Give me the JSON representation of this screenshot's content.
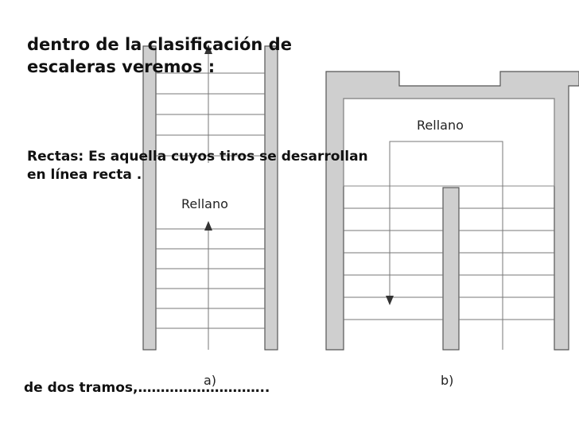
{
  "text": {
    "heading_line1": "dentro de la clasificación de",
    "heading_line2": "escaleras veremos :",
    "rectas_line1": "Rectas: Es aquella cuyos tiros se desarrollan",
    "rectas_line2": "en línea recta .",
    "dos_tramos": "de dos tramos,……………………….."
  },
  "figure_a": {
    "caption": "a)",
    "landing_label": "Rellano"
  },
  "figure_b": {
    "caption": "b)",
    "landing_label": "Rellano"
  },
  "colors": {
    "wall_fill": "#cfcfcf",
    "line": "#555555",
    "text": "#111111"
  }
}
